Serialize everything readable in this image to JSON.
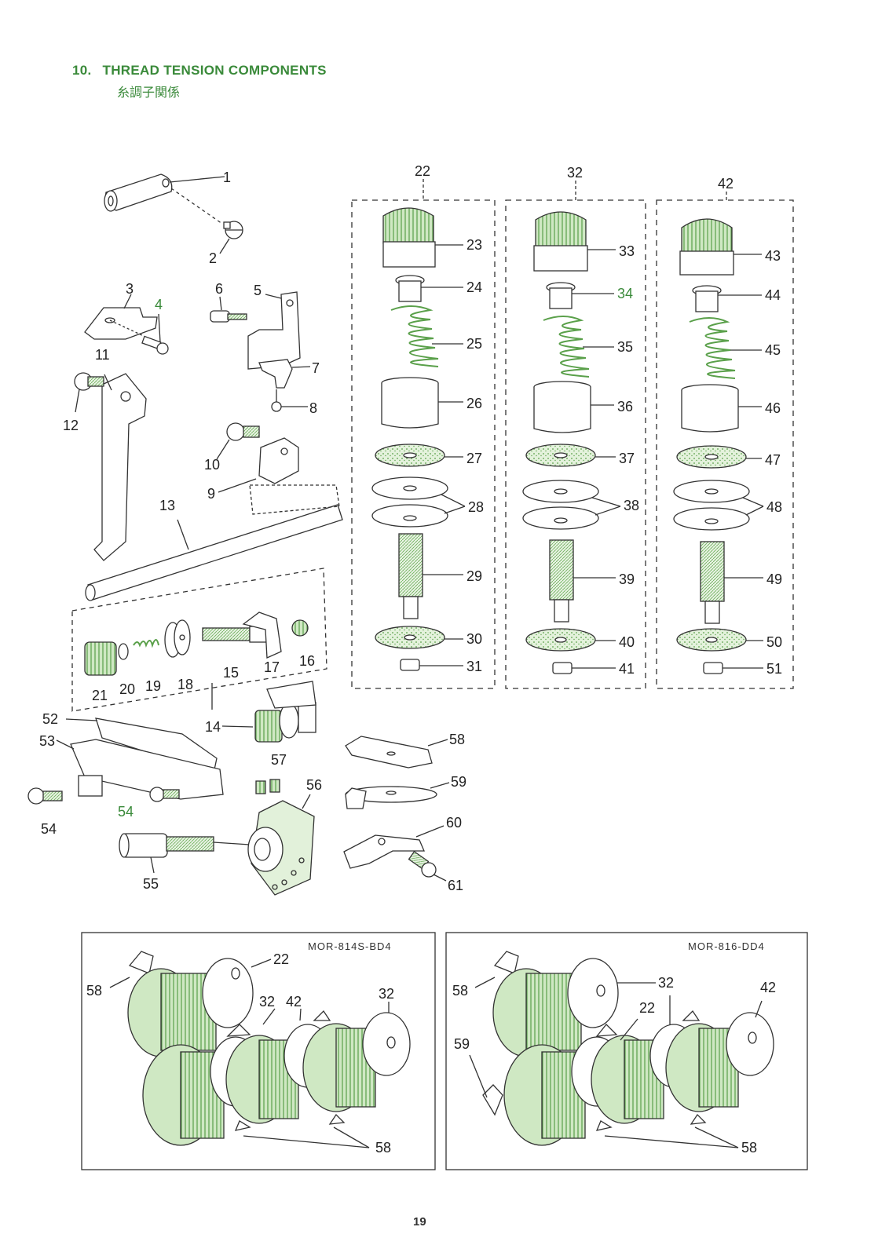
{
  "header": {
    "section_number": "10.",
    "title": "THREAD TENSION COMPONENTS",
    "subtitle": "糸調子関係"
  },
  "callouts": {
    "c1": "1",
    "c2": "2",
    "c3": "3",
    "c4": "4",
    "c5": "5",
    "c6": "6",
    "c7": "7",
    "c8": "8",
    "c9": "9",
    "c10": "10",
    "c11": "11",
    "c12": "12",
    "c13": "13",
    "c14": "14",
    "c15": "15",
    "c16": "16",
    "c17": "17",
    "c18": "18",
    "c19": "19",
    "c20": "20",
    "c21": "21",
    "c22": "22",
    "c23": "23",
    "c24": "24",
    "c25": "25",
    "c26": "26",
    "c27": "27",
    "c28": "28",
    "c29": "29",
    "c30": "30",
    "c31": "31",
    "c32": "32",
    "c33": "33",
    "c34": "34",
    "c35": "35",
    "c36": "36",
    "c37": "37",
    "c38": "38",
    "c39": "39",
    "c40": "40",
    "c41": "41",
    "c42": "42",
    "c43": "43",
    "c44": "44",
    "c45": "45",
    "c46": "46",
    "c47": "47",
    "c48": "48",
    "c49": "49",
    "c50": "50",
    "c51": "51",
    "c52": "52",
    "c53": "53",
    "c54": "54",
    "c55": "55",
    "c56": "56",
    "c57": "57",
    "c58": "58",
    "c59": "59",
    "c60": "60",
    "c61": "61"
  },
  "bottom_left": {
    "model": "MOR-814S-BD4",
    "labels": {
      "a": "22",
      "b": "32",
      "c": "42",
      "d": "32",
      "e": "58",
      "f": "58"
    }
  },
  "bottom_right": {
    "model": "MOR-816-DD4",
    "labels": {
      "a": "32",
      "b": "22",
      "c": "42",
      "d": "58",
      "e": "59",
      "f": "58"
    }
  },
  "footer": {
    "page_number": "19"
  },
  "colors": {
    "accent_green": "#3a8a3a",
    "line": "#333333",
    "parts_green": "#7fbf6a"
  }
}
